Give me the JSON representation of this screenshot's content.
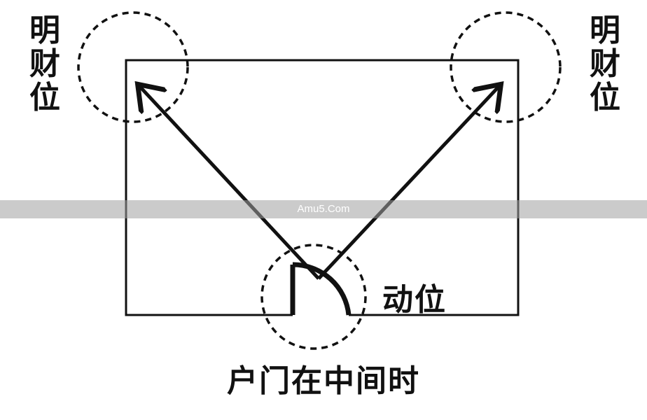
{
  "labels": {
    "bright_wealth_left": "明财位",
    "bright_wealth_right": "明财位",
    "moving_position": "动位",
    "caption": "户门在中间时"
  },
  "watermark": {
    "text": "Amu5.Com"
  },
  "colors": {
    "ink": "#111111",
    "background": "#ffffff",
    "watermark_band": "#a0a0a0"
  }
}
